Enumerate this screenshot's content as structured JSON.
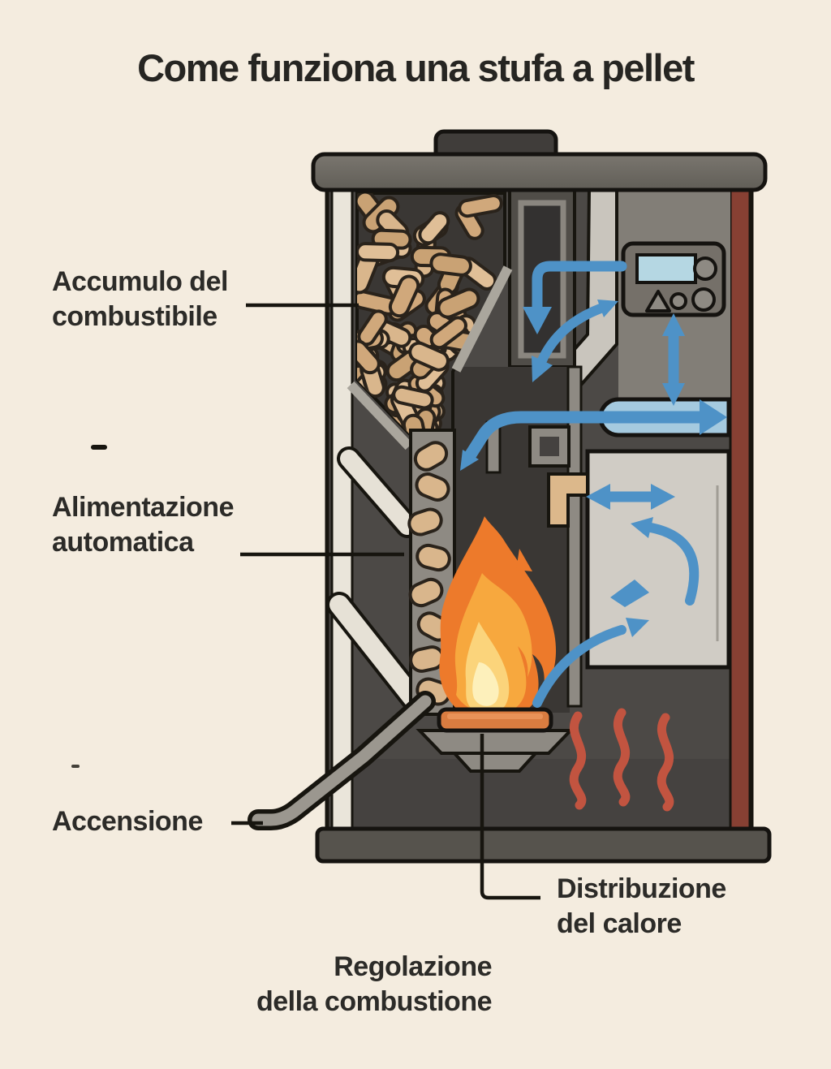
{
  "title": "Come funziona una stufa a pellet",
  "labels": [
    {
      "id": "fuel-storage",
      "text": "Accumulo del\ncombustibile"
    },
    {
      "id": "automatic-feed",
      "text": "Alimentazione\nautomatica"
    },
    {
      "id": "ignition",
      "text": "Accensione"
    },
    {
      "id": "heat-distribution",
      "text": "Distribuzione\ndel calore"
    },
    {
      "id": "combustion-regulation",
      "text": "Regolazione\ndella combustione"
    }
  ],
  "stove": {
    "control_panel": {
      "display": "lcd-display",
      "buttons": [
        "triangle-button",
        "small-round-button",
        "round-button",
        "round-button"
      ]
    },
    "icons": [
      "blue-airflow-arrow-icon",
      "red-heat-wave-icon",
      "pellet-shape",
      "flame-icon",
      "chimney-stub"
    ]
  },
  "colors": {
    "background": "#f4ecdf",
    "text": "#2c2b28",
    "stove_body": "#4c4946",
    "stove_lid": "#6f6b64",
    "stove_base": "#56534d",
    "left_wall": "#eae5da",
    "side_accent_red": "#874033",
    "pellets": "#d9b68c",
    "flame_outer": "#ed7a2b",
    "flame_mid": "#f7a83e",
    "flame_inner": "#fbd47b",
    "flame_core": "#fdf0bb",
    "burn_pot": "#d97c40",
    "airflow_blue": "#4e92c7",
    "duct_fill": "#a5cadf",
    "heat_wave_red": "#c25440",
    "exchanger_box": "#d0ccc5",
    "panel": "#757069",
    "lcd_display": "#b5d7e3"
  }
}
